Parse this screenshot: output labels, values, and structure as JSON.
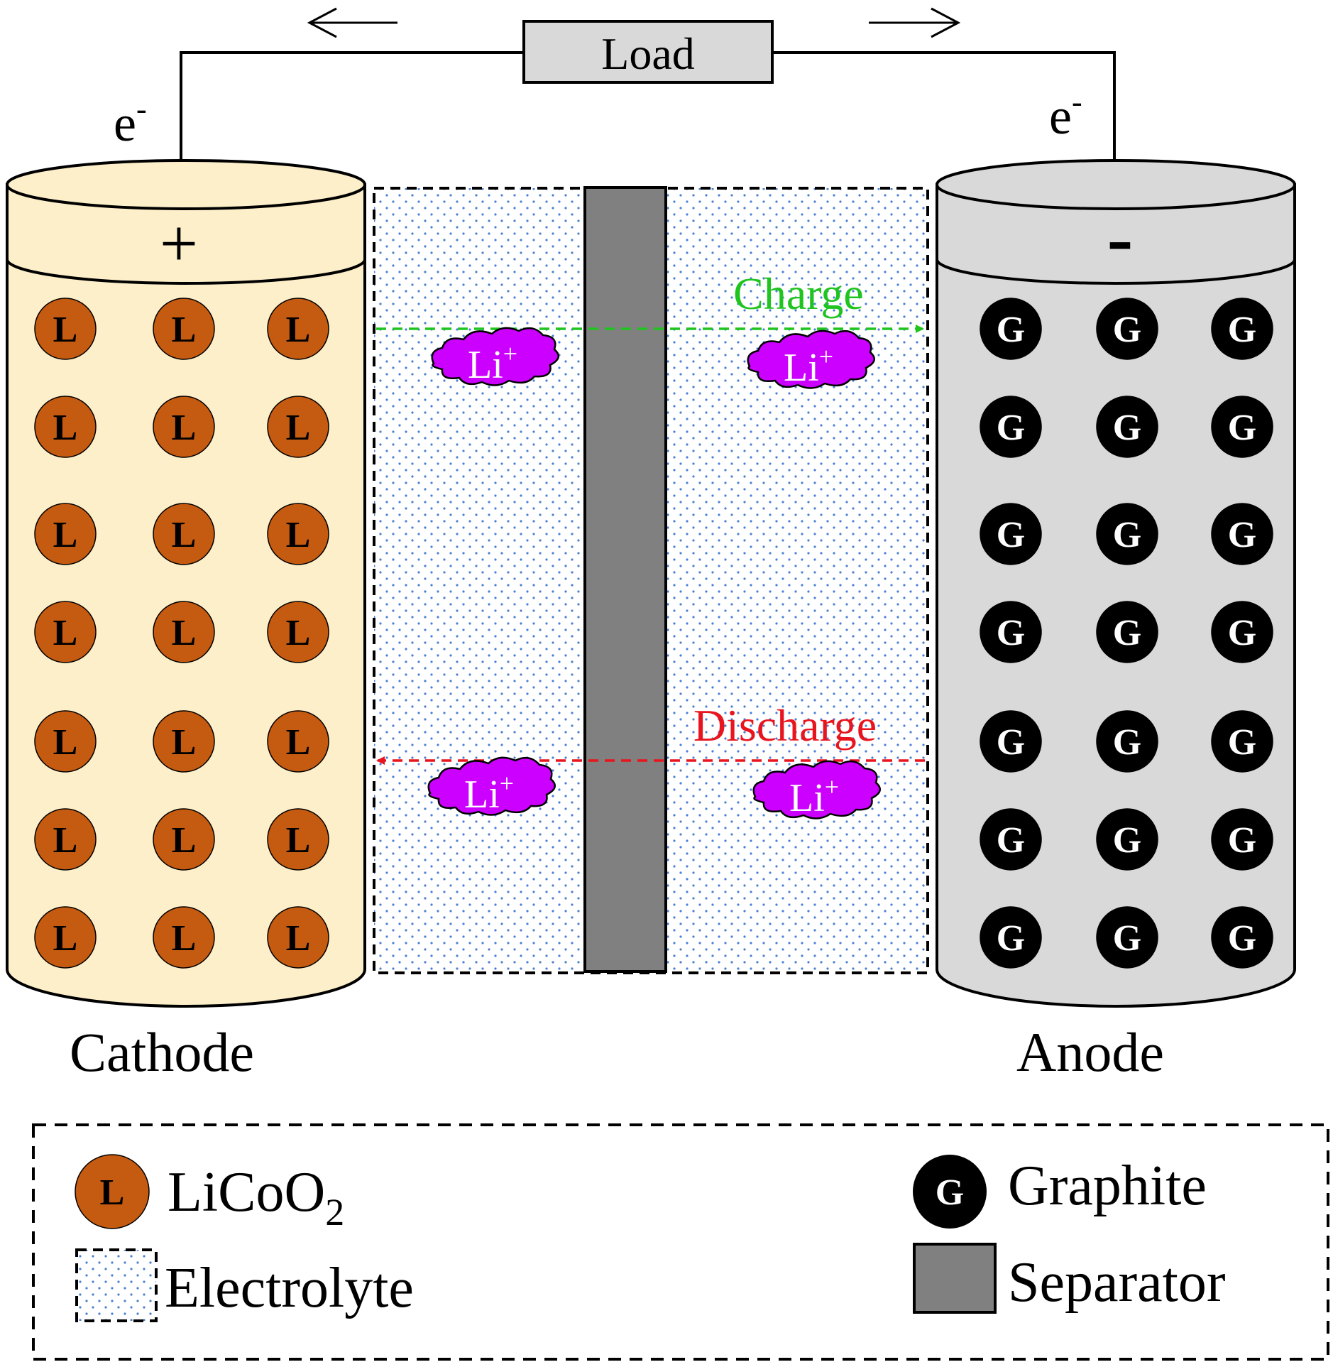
{
  "circuit": {
    "load_label": "Load",
    "cathode_electron": {
      "base": "e",
      "sup": "-"
    },
    "anode_electron": {
      "base": "e",
      "sup": "-"
    }
  },
  "cathode": {
    "label": "Cathode",
    "terminal_sign": "+",
    "particle_letter": "L",
    "fill_color": "#fdefc9",
    "particle_color": "#c55a11",
    "rows": 7,
    "cols": 3
  },
  "anode": {
    "label": "Anode",
    "terminal_sign": "-",
    "particle_letter": "G",
    "fill_color": "#d9d9d9",
    "particle_color": "#000000",
    "rows": 7,
    "cols": 3
  },
  "electrolyte": {
    "dot_color": "#4a7fd4"
  },
  "separator": {
    "fill_color": "#808080"
  },
  "processes": {
    "charge": {
      "label": "Charge",
      "color": "#1fc41f",
      "direction": "to-anode"
    },
    "discharge": {
      "label": "Discharge",
      "color": "#e8141e",
      "direction": "to-cathode"
    }
  },
  "ion": {
    "base": "Li",
    "sup": "+",
    "color": "#cc00ff"
  },
  "legend": {
    "licoo2": {
      "symbol": "L",
      "text": "LiCoO",
      "sub": "2"
    },
    "electrolyte": {
      "text": "Electrolyte"
    },
    "graphite": {
      "symbol": "G",
      "text": "Graphite"
    },
    "separator": {
      "text": "Separator"
    }
  }
}
